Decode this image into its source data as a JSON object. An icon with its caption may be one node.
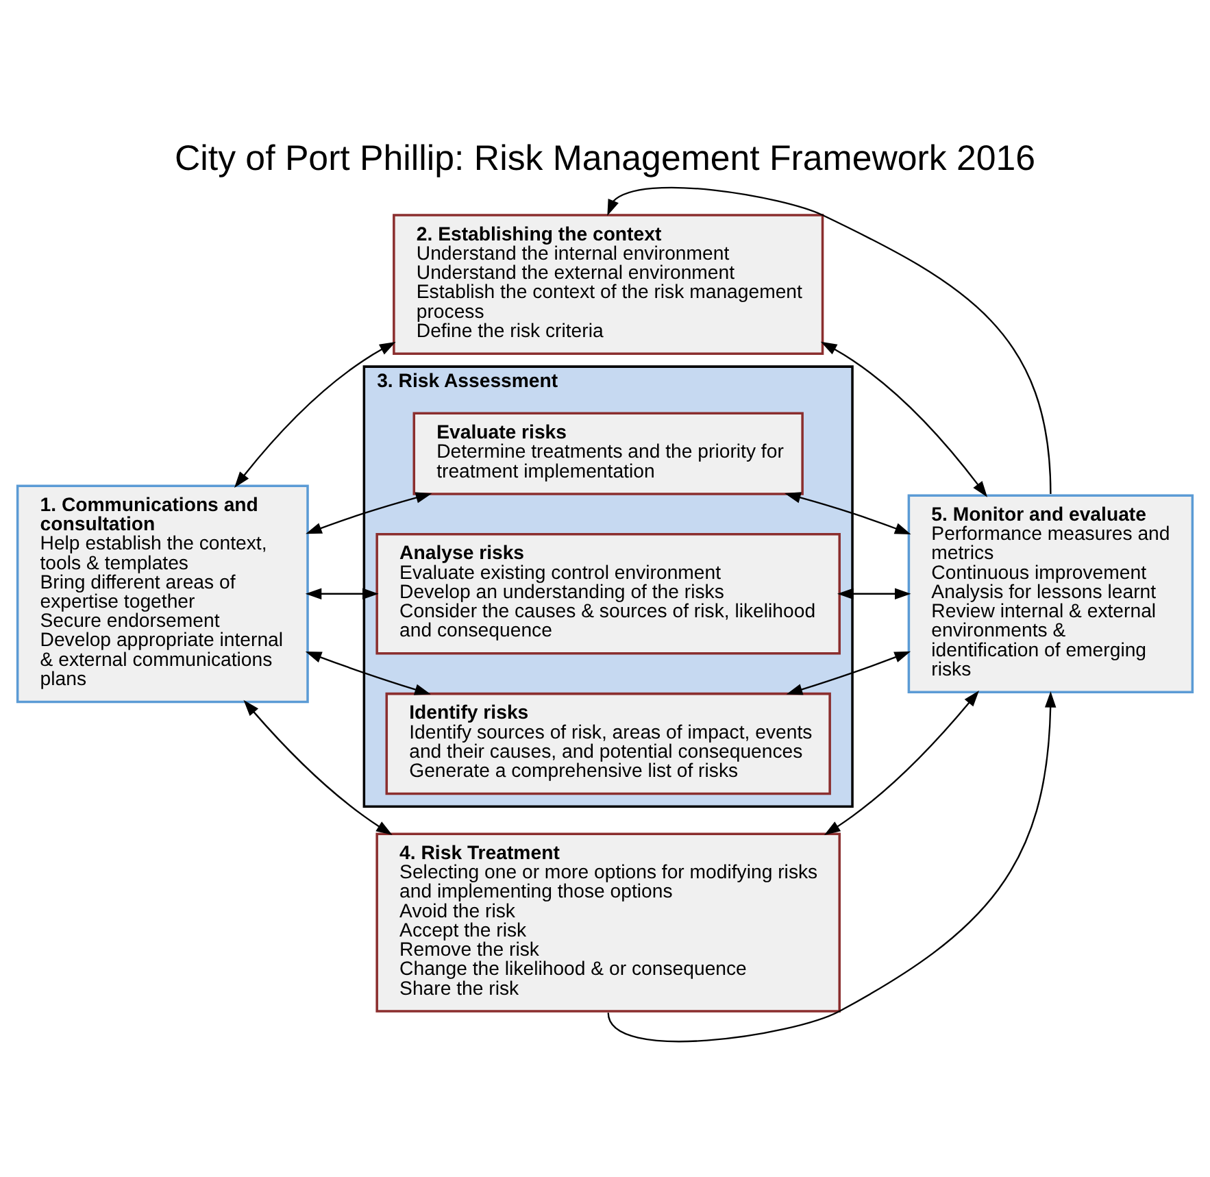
{
  "diagram": {
    "title": "City of Port Phillip: Risk Management Framework 2016",
    "nodes": [
      {
        "text": [
          "1. Communications and consultation",
          "Help establish the context, tools & templates",
          "Bring different areas of expertise together",
          "Secure endorsement",
          "Develop appropriate internal & external communications plans"
        ]
      },
      {
        "text": [
          "2. Establishing the context",
          "Understand the internal environment",
          "Understand the external environment",
          "Establish the context of the risk management process",
          "Define the risk criteria"
        ]
      },
      {
        "text": [
          "3. Risk Assessment"
        ]
      },
      {
        "text": [
          "Identify risks",
          "Identify sources of risk, areas of impact, events and their causes, and potential consequences",
          "Generate a comprehensive list of risks"
        ],
        "in": 2
      },
      {
        "text": [
          "Analyse risks",
          "Evaluate existing control environment",
          "Develop an understanding of the risks",
          "Consider the causes & sources of risk, likelihood and consequence"
        ],
        "in": 2
      },
      {
        "text": [
          "Evaluate risks",
          "Determine treatments and the priority for treatment implementation"
        ],
        "in": 2
      },
      {
        "text": [
          "4. Risk Treatment",
          "Selecting one or more options for modifying risks and implementing those options",
          "Avoid the risk",
          "Accept the risk",
          "Remove the risk",
          "Change the likelihood & or consequence",
          "Share the risk"
        ]
      },
      {
        "text": [
          "5. Monitor and evaluate",
          "Performance measures and metrics",
          "Continuous improvement",
          "Analysis for lessons learnt",
          "Review internal & external environments & identification of emerging risks"
        ]
      }
    ],
    "edges": [
      {
        "from": 0,
        "to": 1,
        "arrow": "both"
      },
      {
        "from": 1,
        "to": 7,
        "arrow": "both"
      },
      {
        "from": 0,
        "to": 3,
        "arrow": "both"
      },
      {
        "from": 3,
        "to": 7,
        "arrow": "both"
      },
      {
        "from": 0,
        "to": 4,
        "arrow": "both"
      },
      {
        "from": 4,
        "to": 7,
        "arrow": "both"
      },
      {
        "from": 0,
        "to": 5,
        "arrow": "both"
      },
      {
        "from": 5,
        "to": 7,
        "arrow": "both"
      },
      {
        "from": 0,
        "to": 6,
        "arrow": "both"
      },
      {
        "from": 6,
        "to": 7,
        "arrow": "both"
      },
      {
        "from": 7,
        "to": 1,
        "arrow": "to"
      },
      {
        "from": 6,
        "to": 7,
        "arrow": "to"
      }
    ]
  }
}
